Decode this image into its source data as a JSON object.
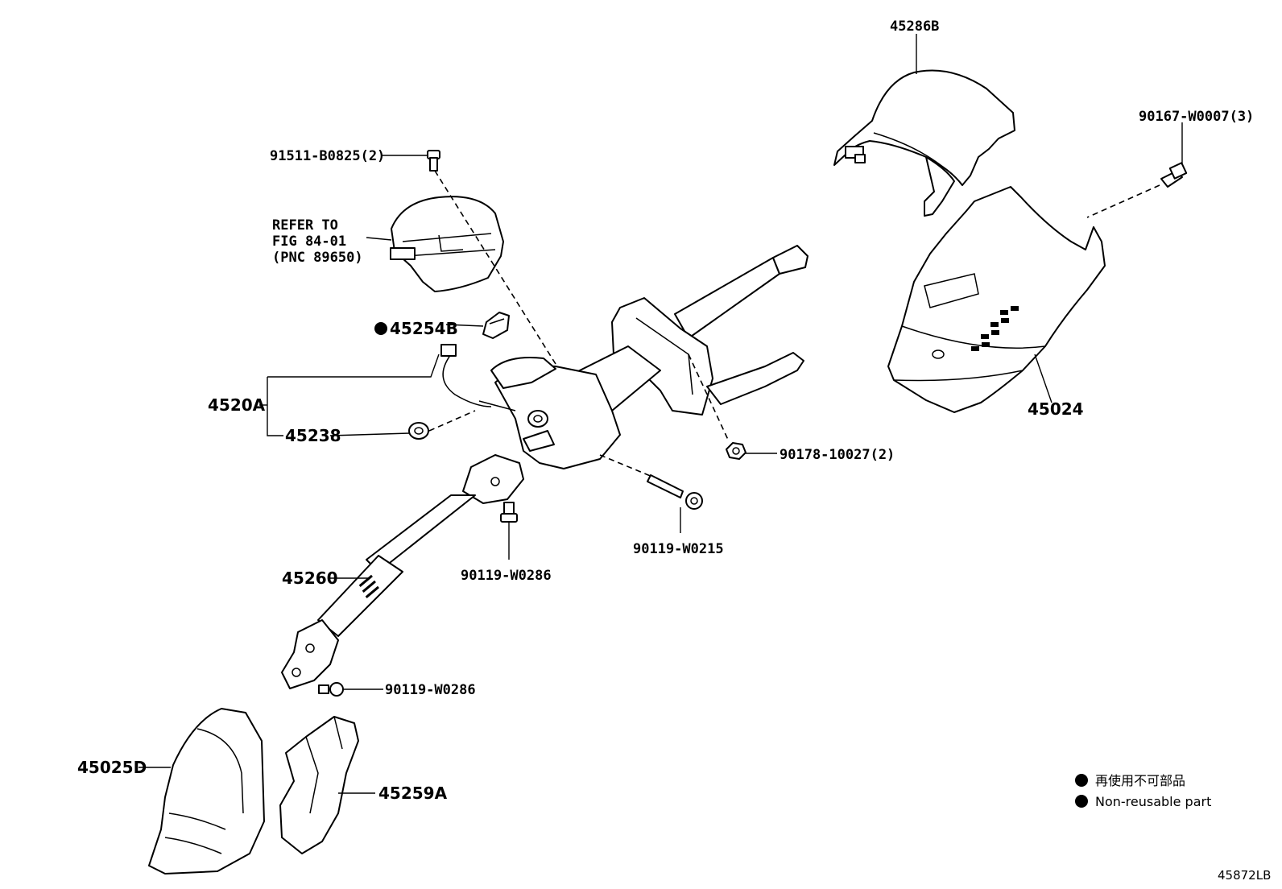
{
  "labels": {
    "p45286b": "45286B",
    "p90167": "90167-W0007(3)",
    "p91511": "91511-B0825(2)",
    "refer1": "REFER TO",
    "refer2": "FIG 84-01",
    "refer3": "(PNC 89650)",
    "p45254b": "45254B",
    "p4520a": "4520A",
    "p45238": "45238",
    "p90178": "90178-10027(2)",
    "p45024": "45024",
    "p90119_w0215": "90119-W0215",
    "p90119_w0286_a": "90119-W0286",
    "p45260": "45260",
    "p90119_w0286_b": "90119-W0286",
    "p45025d": "45025D",
    "p45259a": "45259A"
  },
  "legend": {
    "line1": "再使用不可部品",
    "line2": "Non-reusable part"
  },
  "figure_id": "45872LB",
  "colors": {
    "ink": "#000000",
    "paper": "#ffffff"
  }
}
